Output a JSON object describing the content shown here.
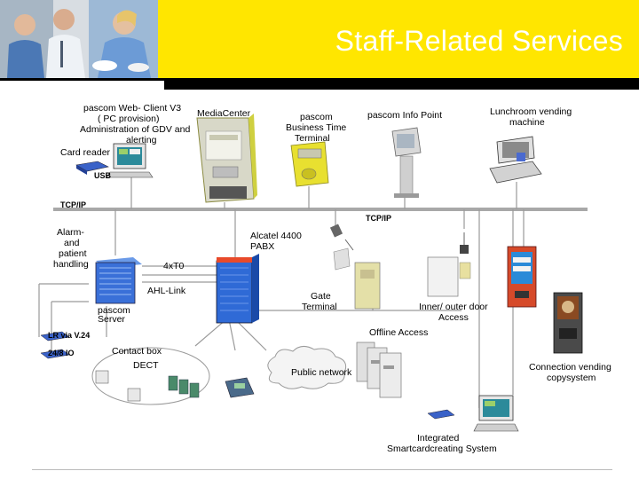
{
  "slide": {
    "title": "Staff-Related Services"
  },
  "diagram": {
    "labels": {
      "web_client_l1": "pascom Web- Client V3",
      "web_client_l2": "( PC provision)",
      "web_client_l3": "Administration of GDV and",
      "web_client_l4": "alerting",
      "card_reader": "Card reader",
      "usb": "USB",
      "media_center": "MediaCenter",
      "business_time_l1": "pascom",
      "business_time_l2": "Business Time",
      "business_time_l3": "Terminal",
      "info_point": "pascom Info Point",
      "vending_l1": "Lunchroom vending",
      "vending_l2": "machine",
      "tcpip_left": "TCP/IP",
      "tcpip_right": "TCP/IP",
      "alarm_l1": "Alarm-",
      "alarm_l2": "and",
      "alarm_l3": "patient",
      "alarm_l4": "handling",
      "fourxt0": "4xT0",
      "ahl_link": "AHL-Link",
      "pascom_server_l1": "pascom",
      "pascom_server_l2": "Server",
      "alcatel_l1": "Alcatel 4400",
      "alcatel_l2": "PABX",
      "gate_l1": "Gate",
      "gate_l2": "Terminal",
      "door_l1": "Inner/ outer door",
      "door_l2": "Access",
      "offline_access": "Offline Access",
      "lr_v24": "LR via V.24",
      "io_248": "24/8 IO",
      "contact_box": "Contact box",
      "dect": "DECT",
      "public_network": "Public network",
      "connection_l1": "Connection vending",
      "connection_l2": "copysystem",
      "smartcard_l1": "Integrated",
      "smartcard_l2": "Smartcardcreating System"
    },
    "colors": {
      "header": "#ffe600",
      "bus": "#9a9a9a",
      "server_blue": "#3a70d8",
      "terminal_yellow": "#e8e030"
    },
    "icons": [
      "card-reader-icon",
      "pc-workstation-icon",
      "media-center-kiosk-icon",
      "time-terminal-icon",
      "info-point-kiosk-icon",
      "vending-pc-icon",
      "server-rack-icon",
      "pabx-cabinet-icon",
      "gate-terminal-icon",
      "door-reader-icon",
      "vending-machine-icon",
      "coffee-machine-icon",
      "door-lock-icon",
      "cloud-icon",
      "dect-phone-icon",
      "smartcard-pc-icon"
    ]
  }
}
